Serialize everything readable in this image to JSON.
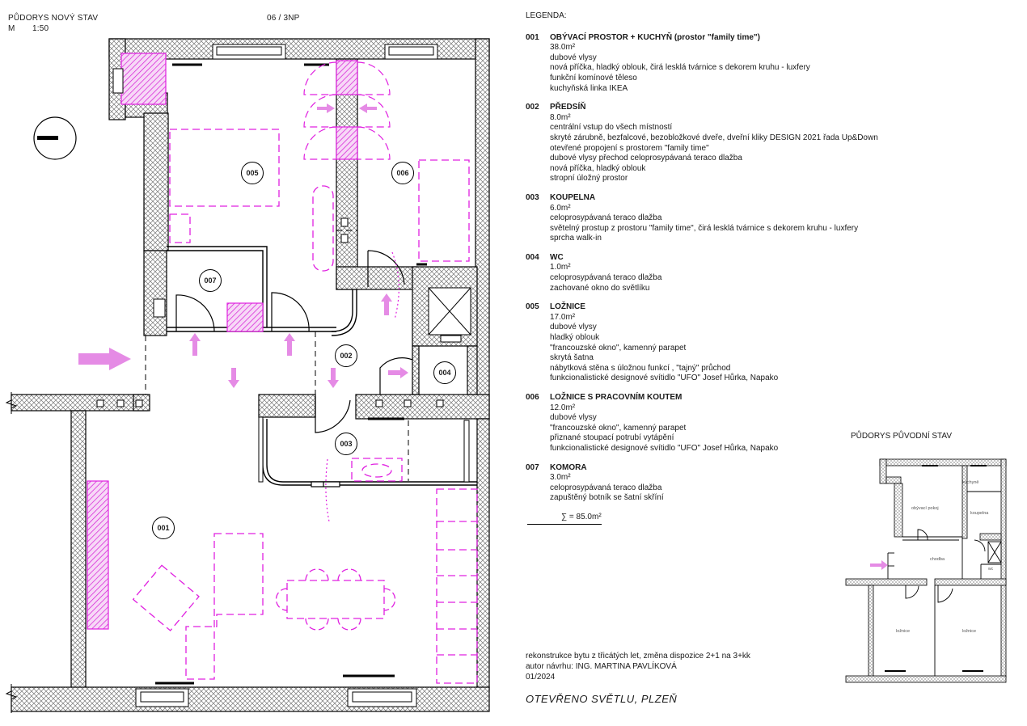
{
  "header": {
    "plan_title": "PŮDORYS NOVÝ STAV",
    "scale_prefix": "M",
    "scale_value": "1:50",
    "floor": "06 / 3NP"
  },
  "legend": {
    "title": "LEGENDA:",
    "rooms": [
      {
        "code": "001",
        "name": "OBÝVACÍ PROSTOR + KUCHYŇ (prostor \"family time\")",
        "area": "38.0m²",
        "lines": [
          "dubové vlysy",
          "nová příčka, hladký oblouk, čirá lesklá tvárnice s dekorem kruhu - luxfery",
          "funkční komínové těleso",
          "kuchyňská linka IKEA"
        ]
      },
      {
        "code": "002",
        "name": "PŘEDSÍŇ",
        "area": "8.0m²",
        "lines": [
          "centrální vstup do všech místností",
          "skryté zárubně, bezfalcové, bezobložkové dveře, dveřní kliky DESIGN 2021 řada Up&Down",
          "otevřené propojení s prostorem \"family time\"",
          "dubové vlysy přechod celoprosypávaná teraco dlažba",
          "nová příčka, hladký oblouk",
          "stropní úložný prostor"
        ]
      },
      {
        "code": "003",
        "name": "KOUPELNA",
        "area": "6.0m²",
        "lines": [
          "celoprosypávaná teraco dlažba",
          "světelný prostup z prostoru \"family time\", čirá lesklá tvárnice s dekorem kruhu - luxfery",
          "sprcha walk-in"
        ]
      },
      {
        "code": "004",
        "name": "WC",
        "area": "1.0m²",
        "lines": [
          "celoprosypávaná teraco dlažba",
          "zachované okno do světlíku"
        ]
      },
      {
        "code": "005",
        "name": "LOŽNICE",
        "area": "17.0m²",
        "lines": [
          "dubové vlysy",
          "hladký oblouk",
          "\"francouzské okno\", kamenný parapet",
          "skrytá šatna",
          "nábytková stěna s úložnou funkcí , \"tajný\" průchod",
          "funkcionalistické designové svítidlo \"UFO\" Josef Hůrka, Napako"
        ]
      },
      {
        "code": "006",
        "name": "LOŽNICE S PRACOVNÍM KOUTEM",
        "area": "12.0m²",
        "lines": [
          "dubové vlysy",
          "\"francouzské okno\", kamenný parapet",
          "přiznané stoupací potrubí vytápění",
          "funkcionalistické designové svítidlo \"UFO\" Josef Hůrka, Napako"
        ]
      },
      {
        "code": "007",
        "name": "KOMORA",
        "area": "3.0m²",
        "lines": [
          "celoprosypávaná teraco dlažba",
          "zapuštěný botník se šatní skříní"
        ]
      }
    ],
    "sum": "∑ = 85.0m²"
  },
  "credits": {
    "line1": "rekonstrukce bytu z třicátých let, změna dispozice 2+1 na 3+kk",
    "line2": "autor návrhu: ING. MARTINA PAVLÍKOVÁ",
    "line3": "01/2024"
  },
  "project": "OTEVŘENO SVĚTLU, PLZEŇ",
  "plan": {
    "room_labels": [
      "005",
      "006",
      "007",
      "002",
      "004",
      "003",
      "001"
    ]
  },
  "original_plan": {
    "title": "PŮDORYS PŮVODNÍ STAV",
    "labels": [
      "kuchyně",
      "obývací pokoj",
      "koupelna",
      "chodba",
      "wc",
      "ložnice",
      "ložnice"
    ]
  },
  "colors": {
    "furniture": "#e020e0",
    "arrow": "#e58be5",
    "wall": "#000000"
  }
}
